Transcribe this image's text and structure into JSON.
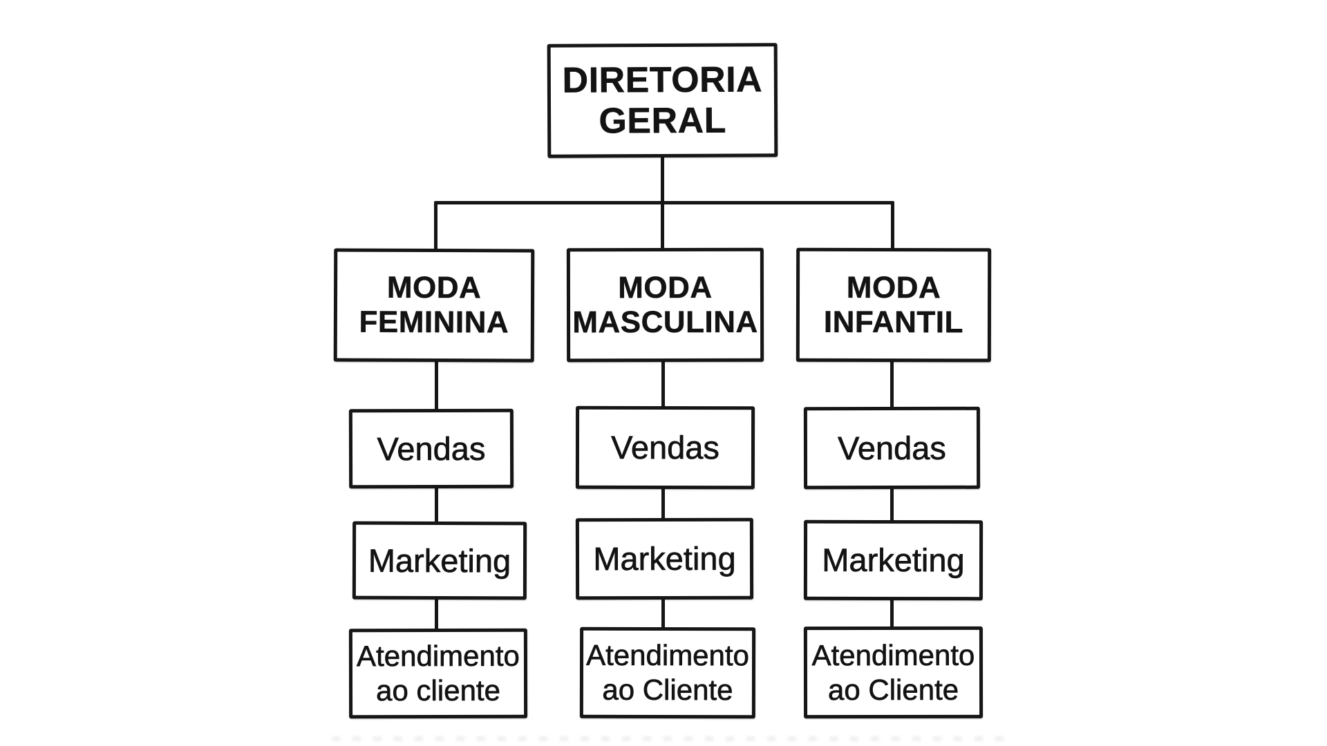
{
  "org_chart": {
    "type": "org-tree",
    "root": {
      "label": "DIRETORIA\nGERAL"
    },
    "branches": [
      {
        "label": "MODA\nFEMININA",
        "children": [
          {
            "label": "Vendas"
          },
          {
            "label": "Marketing"
          },
          {
            "label": "Atendimento\nao cliente"
          }
        ]
      },
      {
        "label": "MODA\nMASCULINA",
        "children": [
          {
            "label": "Vendas"
          },
          {
            "label": "Marketing"
          },
          {
            "label": "Atendimento\nao Cliente"
          }
        ]
      },
      {
        "label": "MODA\nINFANTIL",
        "children": [
          {
            "label": "Vendas"
          },
          {
            "label": "Marketing"
          },
          {
            "label": "Atendimento\nao Cliente"
          }
        ]
      }
    ],
    "colors": {
      "line": "#161616",
      "text": "#131313",
      "background": "#ffffff",
      "box_fill": "#ffffff"
    }
  }
}
